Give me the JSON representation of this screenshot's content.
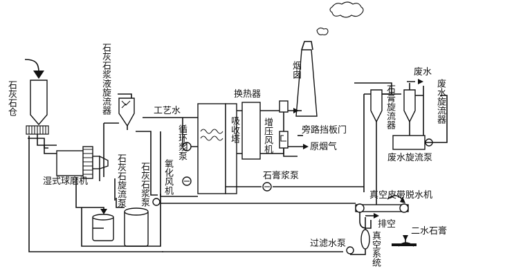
{
  "labels": {
    "limestone_silo": "石灰石仓",
    "limestone_slurry_cyclone": "石灰石浆液旋流器",
    "process_water": "工艺水",
    "heat_exchanger": "换热器",
    "chimney": "烟囱",
    "wastewater": "废水",
    "gypsum_cyclone": "石膏旋流器",
    "wastewater_cyclone_v": "废水旋流器",
    "wet_ball_mill": "湿式球磨机",
    "limestone_cyclone_pump": "石灰石旋流泵",
    "limestone_slurry_pump": "石灰石浆泵",
    "oxidation_fan": "氧化风机",
    "circulation_pump": "循环浆泵",
    "absorber": "吸收塔",
    "booster_fan": "增压风机",
    "bypass_damper": "旁路挡板门",
    "raw_flue_gas": "原烟气",
    "wastewater_cyclone_pump": "废水旋流泵",
    "gypsum_slurry_pump": "石膏浆泵",
    "vacuum_belt_filter": "真空皮带脱水机",
    "exhaust": "排空",
    "dihydrate_gypsum": "二水石膏",
    "filtrate_pump": "过滤水泵",
    "vacuum_system": "真空系统"
  }
}
